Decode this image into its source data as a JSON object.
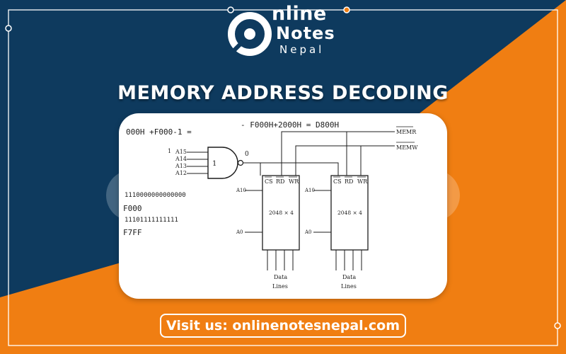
{
  "brand": {
    "word1": "nline",
    "word2": "otes",
    "word3": "Nepal"
  },
  "title": "MEMORY ADDRESS DECODING",
  "footer": {
    "visit_label": "Visit us: onlinenotesnepal.com"
  },
  "diagram": {
    "hand_top_left": "000H +F000-1 =",
    "hand_top_center": "- F000H+2000H = D800H",
    "hand_bits1": "1110000000000000",
    "hand_hex1": "F000",
    "hand_bits2": "11101111111111",
    "hand_hex2": "F7FF",
    "gate_label": "1",
    "gate_output": "0",
    "gate_input_prefix": "1",
    "inputs": [
      "A15",
      "A14",
      "A13",
      "A12"
    ],
    "signal_memr": "MEMR",
    "signal_memw": "MEMW",
    "chips": [
      {
        "pins": [
          "CS",
          "RD",
          "WR"
        ],
        "size": "2048 × 4",
        "addr_top": "A10",
        "addr_bottom": "A0",
        "data1": "Data",
        "data2": "Lines"
      },
      {
        "pins": [
          "CS",
          "RD",
          "WR"
        ],
        "size": "2048 × 4",
        "addr_top": "A10",
        "addr_bottom": "A0",
        "data1": "Data",
        "data2": "Lines"
      }
    ]
  },
  "colors": {
    "navy": "#0e3a5e",
    "orange": "#f07e12",
    "white": "#ffffff"
  }
}
